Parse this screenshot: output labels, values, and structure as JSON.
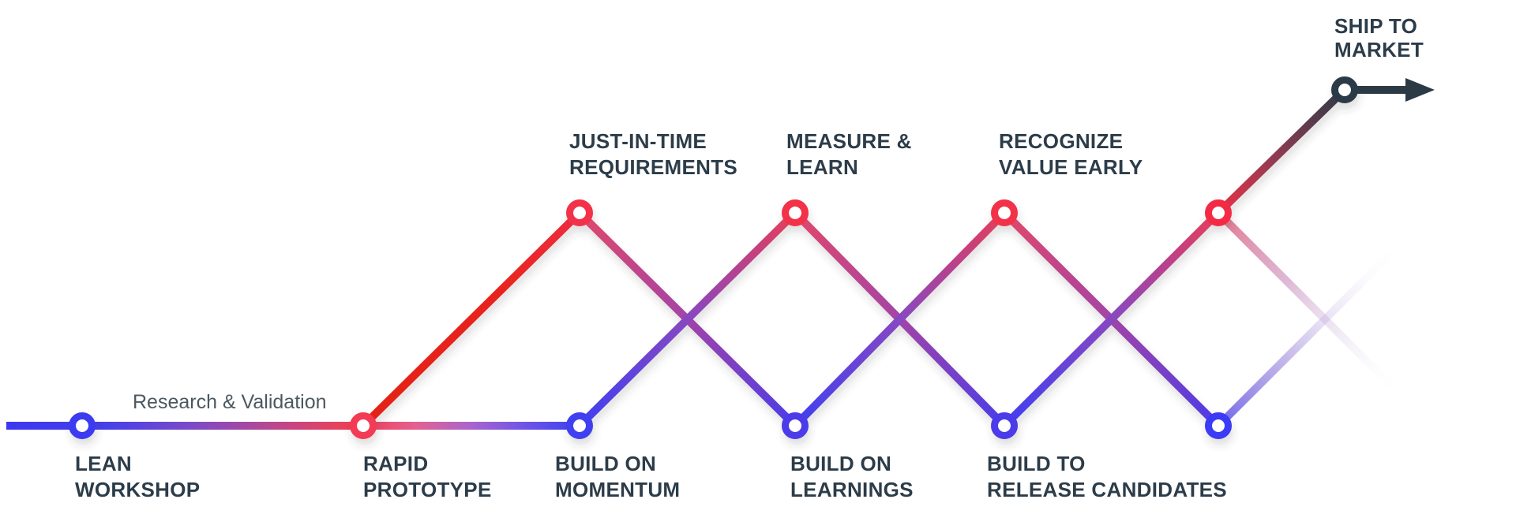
{
  "diagram": {
    "note": "Research & Validation",
    "bottom_stages": [
      {
        "lines": [
          "LEAN",
          "WORKSHOP"
        ]
      },
      {
        "lines": [
          "RAPID",
          "PROTOTYPE"
        ]
      },
      {
        "lines": [
          "BUILD ON",
          "MOMENTUM"
        ]
      },
      {
        "lines": [
          "BUILD ON",
          "LEARNINGS"
        ]
      },
      {
        "lines": [
          "BUILD TO",
          "RELEASE CANDIDATES"
        ]
      }
    ],
    "top_stages": [
      {
        "lines": [
          "JUST-IN-TIME",
          "REQUIREMENTS"
        ]
      },
      {
        "lines": [
          "MEASURE &",
          "LEARN"
        ]
      },
      {
        "lines": [
          "RECOGNIZE",
          "VALUE EARLY"
        ]
      }
    ],
    "terminal": {
      "lines": [
        "SHIP TO",
        "MARKET"
      ]
    },
    "icons": {
      "arrow": "arrow-right-icon"
    },
    "colors": {
      "blue": "#3E3AF0",
      "indigo": "#4B3BE8",
      "red": "#E4231A",
      "crimson": "#F23049",
      "pink": "#F43B55",
      "navy": "#2C3A46",
      "text_dark": "#2C3C49",
      "text_gray": "#4C5860",
      "background": "#FFFFFF"
    }
  }
}
